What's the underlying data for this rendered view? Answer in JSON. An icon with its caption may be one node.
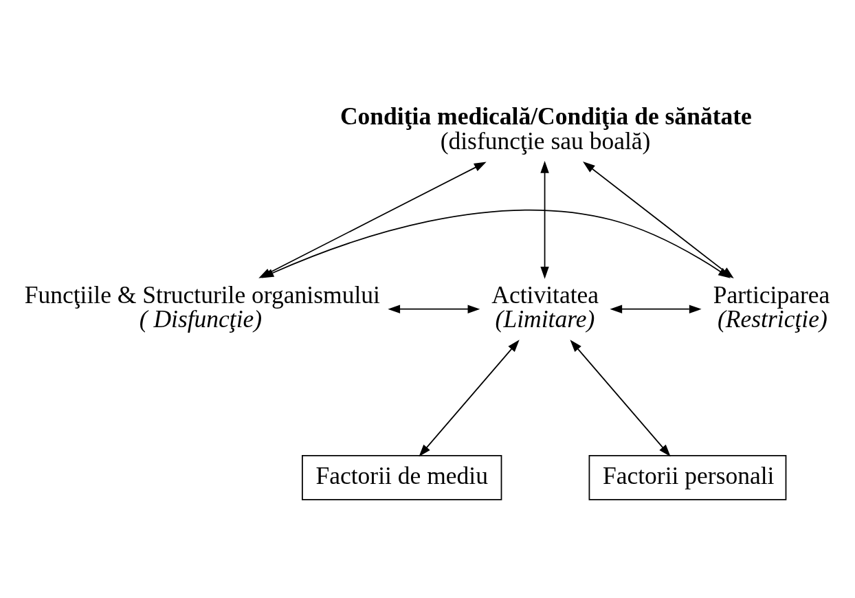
{
  "diagram": {
    "nodes": [
      {
        "text": [
          "Condiţia medicală/Condiţia de sănătate",
          "(disfuncţie sau boală)"
        ]
      },
      {
        "text": [
          "Funcţiile & Structurile organismului",
          "( Disfuncţie)"
        ]
      },
      {
        "text": [
          "Activitatea",
          "(Limitare)"
        ]
      },
      {
        "text": [
          "Participarea",
          "(Restricţie)"
        ]
      },
      {
        "text": [
          "Factorii de mediu"
        ]
      },
      {
        "text": [
          "Factorii personali"
        ]
      }
    ],
    "edges": [
      {
        "from": 0,
        "to": 1,
        "arrow": "both"
      },
      {
        "from": 0,
        "to": 2,
        "arrow": "both"
      },
      {
        "from": 0,
        "to": 3,
        "arrow": "both"
      },
      {
        "from": 1,
        "to": 2,
        "arrow": "both"
      },
      {
        "from": 2,
        "to": 3,
        "arrow": "both"
      },
      {
        "from": 1,
        "to": 3,
        "arrow": "both"
      },
      {
        "from": 2,
        "to": 4,
        "arrow": "both"
      },
      {
        "from": 2,
        "to": 5,
        "arrow": "both"
      }
    ]
  }
}
